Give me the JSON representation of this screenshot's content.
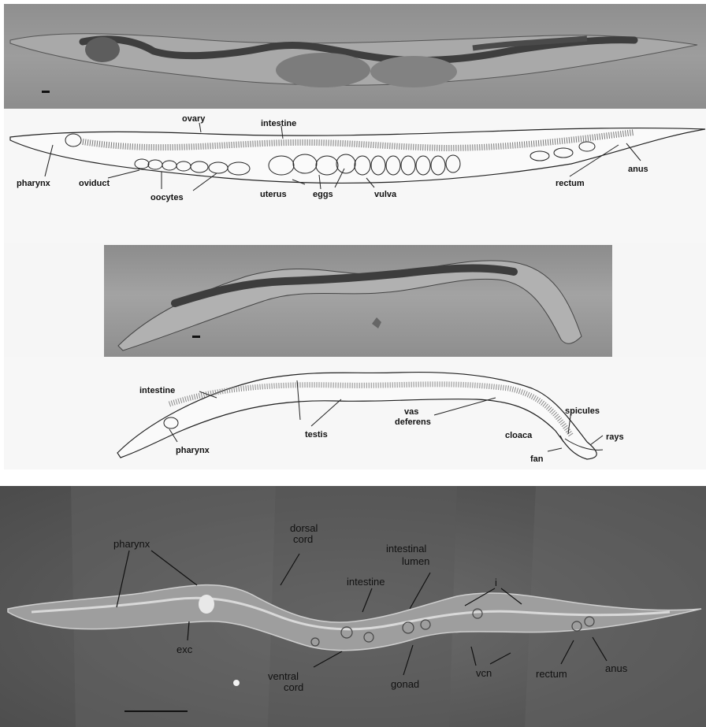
{
  "hermaphrodite_drawing": {
    "labels": {
      "ovary": "ovary",
      "intestine": "intestine",
      "pharynx": "pharynx",
      "oviduct": "oviduct",
      "oocytes": "oocytes",
      "uterus": "uterus",
      "eggs": "eggs",
      "vulva": "vulva",
      "rectum": "rectum",
      "anus": "anus"
    }
  },
  "male_drawing": {
    "labels": {
      "intestine": "intestine",
      "testis": "testis",
      "pharynx": "pharynx",
      "vas": "vas",
      "deferens": "deferens",
      "spicules": "spicules",
      "rays": "rays",
      "cloaca": "cloaca",
      "fan": "fan"
    }
  },
  "dic_micrograph": {
    "labels": {
      "pharynx": "pharynx",
      "dorsal": "dorsal",
      "cord_top": "cord",
      "intestinal": "intestinal",
      "lumen": "lumen",
      "intestine": "intestine",
      "i": "i",
      "exc": "exc",
      "ventral": "ventral",
      "cord_bottom": "cord",
      "gonad": "gonad",
      "vcn": "vcn",
      "rectum": "rectum",
      "anus": "anus"
    }
  },
  "colors": {
    "micrograph_gray": "#979797",
    "drawing_background": "#f6f6f6",
    "dic_background": "#5a5a5a",
    "ink": "#111111"
  }
}
